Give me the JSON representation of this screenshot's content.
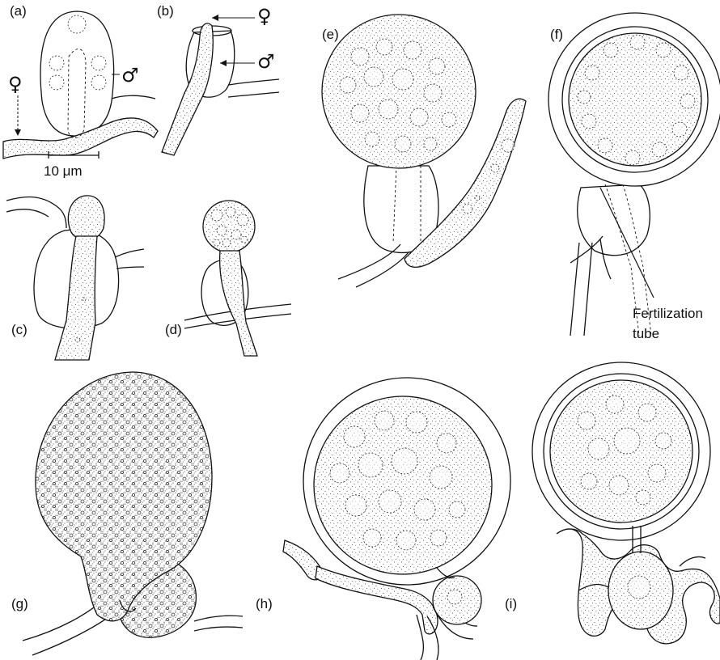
{
  "panels": {
    "a": "(a)",
    "b": "(b)",
    "c": "(c)",
    "d": "(d)",
    "e": "(e)",
    "f": "(f)",
    "g": "(g)",
    "h": "(h)",
    "i": "(i)"
  },
  "symbols": {
    "female": "♀",
    "male": "♂"
  },
  "scale_bar": {
    "label": "10 μm"
  },
  "annotations": {
    "fertilization_tube_line1": "Fertilization",
    "fertilization_tube_line2": "tube"
  }
}
